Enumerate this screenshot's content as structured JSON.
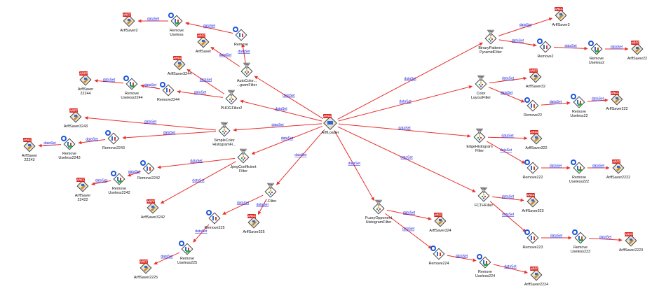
{
  "colors": {
    "edge": "#e8302c",
    "edge_label": "#1a1adb",
    "node_text": "#111111",
    "arff_red": "#d8201c",
    "filter_grey": "#b8b8b8",
    "remove_blue": "#1e56d8",
    "background": "#ffffff"
  },
  "edge_label": "dataSet",
  "nodes": [
    {
      "id": "arffloader",
      "type": "loader",
      "label": [
        "ArffLoader"
      ]
    },
    {
      "id": "bp",
      "type": "filter",
      "label": [
        "BinaryPatterns",
        "PyramidFilter"
      ]
    },
    {
      "id": "as3",
      "type": "saver",
      "label": [
        "ArffSaver3"
      ]
    },
    {
      "id": "r2",
      "type": "remove",
      "label": [
        "Remove2"
      ]
    },
    {
      "id": "ru2",
      "type": "useless",
      "label": [
        "Remove",
        "Useless2"
      ]
    },
    {
      "id": "as22",
      "type": "saver",
      "label": [
        "ArffSaver22"
      ]
    },
    {
      "id": "cl",
      "type": "filter",
      "label": [
        "Color",
        "LayoutFilter"
      ]
    },
    {
      "id": "as32",
      "type": "saver",
      "label": [
        "ArffSaver32"
      ]
    },
    {
      "id": "r22",
      "type": "remove",
      "label": [
        "Remove22"
      ]
    },
    {
      "id": "ru22",
      "type": "useless",
      "label": [
        "Remove",
        "Useless22"
      ]
    },
    {
      "id": "as222",
      "type": "saver",
      "label": [
        "ArffSaver222"
      ]
    },
    {
      "id": "eh",
      "type": "filter",
      "label": [
        "EdgeHistogram",
        "Filter"
      ]
    },
    {
      "id": "as322",
      "type": "saver",
      "label": [
        "ArffSaver322"
      ]
    },
    {
      "id": "r222",
      "type": "remove",
      "label": [
        "Remove222"
      ]
    },
    {
      "id": "ru222",
      "type": "useless",
      "label": [
        "Remove",
        "Useless222"
      ]
    },
    {
      "id": "as2222",
      "type": "saver",
      "label": [
        "ArffSaver2222"
      ]
    },
    {
      "id": "fcth",
      "type": "filter",
      "label": [
        "FCTHFilter"
      ]
    },
    {
      "id": "as323",
      "type": "saver",
      "label": [
        "ArffSaver323"
      ]
    },
    {
      "id": "r223",
      "type": "remove",
      "label": [
        "Remove223"
      ]
    },
    {
      "id": "ru223",
      "type": "useless",
      "label": [
        "Remove",
        "Useless223"
      ]
    },
    {
      "id": "as2223",
      "type": "saver",
      "label": [
        "ArffSaver2223"
      ]
    },
    {
      "id": "fo",
      "type": "filter",
      "label": [
        "FuzzyOpponent",
        "HistogramFilter"
      ]
    },
    {
      "id": "as324",
      "type": "saver",
      "label": [
        "ArffSaver324"
      ]
    },
    {
      "id": "r224",
      "type": "remove",
      "label": [
        "Remove224"
      ]
    },
    {
      "id": "ru224",
      "type": "useless",
      "label": [
        "Remove",
        "Useless224"
      ]
    },
    {
      "id": "as2224",
      "type": "saver",
      "label": [
        "ArffSaver2224"
      ]
    },
    {
      "id": "f5",
      "type": "filter",
      "label": [
        "...Filter"
      ]
    },
    {
      "id": "as325",
      "type": "saver",
      "label": [
        "ArffSaver325"
      ]
    },
    {
      "id": "r225",
      "type": "remove",
      "label": [
        "Remove225"
      ]
    },
    {
      "id": "ru225",
      "type": "useless",
      "label": [
        "Remove",
        "Useless225"
      ]
    },
    {
      "id": "as2225",
      "type": "saver",
      "label": [
        "ArffSaver2225"
      ]
    },
    {
      "id": "jc",
      "type": "filter",
      "label": [
        "JpegCoefficient",
        "Filter"
      ]
    },
    {
      "id": "r2242",
      "type": "remove",
      "label": [
        "Remove2242"
      ]
    },
    {
      "id": "ru2242",
      "type": "useless",
      "label": [
        "Remove",
        "Useless2242"
      ]
    },
    {
      "id": "as22422",
      "type": "saver",
      "label": [
        "ArffSaver",
        "22422"
      ]
    },
    {
      "id": "as3242",
      "type": "saver",
      "label": [
        "ArffSaver3242"
      ]
    },
    {
      "id": "sc",
      "type": "filter",
      "label": [
        "SimpleColor",
        "HistogramFi..."
      ]
    },
    {
      "id": "as3243",
      "type": "saver",
      "label": [
        "ArffSaver3243"
      ]
    },
    {
      "id": "r2243",
      "type": "remove",
      "label": [
        "Remove2243"
      ]
    },
    {
      "id": "ru2243",
      "type": "useless",
      "label": [
        "Remove",
        "Useless2243"
      ]
    },
    {
      "id": "as22243",
      "type": "saver",
      "label": [
        "ArffSaver",
        "22243"
      ]
    },
    {
      "id": "phog",
      "type": "filter",
      "label": [
        "PHOGFilter2"
      ]
    },
    {
      "id": "r2244",
      "type": "remove",
      "label": [
        "Remove2244"
      ]
    },
    {
      "id": "ru2244",
      "type": "useless",
      "label": [
        "Remove",
        "Useless2244"
      ]
    },
    {
      "id": "as2244x",
      "type": "saver",
      "label": [
        "ArffSaver",
        "22244"
      ]
    },
    {
      "id": "ac",
      "type": "filter",
      "label": [
        "AutoColor...",
        "...gramFilter"
      ]
    },
    {
      "id": "as3244",
      "type": "saver",
      "label": [
        "ArffSaver3244"
      ]
    },
    {
      "id": "rem",
      "type": "remove",
      "label": [
        "Remove"
      ]
    },
    {
      "id": "ru",
      "type": "useless",
      "label": [
        "Remove",
        "Useless"
      ]
    },
    {
      "id": "as2",
      "type": "saver",
      "label": [
        "ArffSaver2"
      ]
    },
    {
      "id": "as",
      "type": "saver",
      "label": [
        "ArffSaver"
      ]
    }
  ],
  "edges": [
    [
      "arffloader",
      "bp"
    ],
    [
      "bp",
      "as3"
    ],
    [
      "bp",
      "r2"
    ],
    [
      "r2",
      "ru2"
    ],
    [
      "ru2",
      "as22"
    ],
    [
      "arffloader",
      "cl"
    ],
    [
      "cl",
      "as32"
    ],
    [
      "cl",
      "r22"
    ],
    [
      "r22",
      "ru22"
    ],
    [
      "ru22",
      "as222"
    ],
    [
      "arffloader",
      "eh"
    ],
    [
      "eh",
      "as322"
    ],
    [
      "eh",
      "r222"
    ],
    [
      "r222",
      "ru222"
    ],
    [
      "ru222",
      "as2222"
    ],
    [
      "arffloader",
      "fcth"
    ],
    [
      "fcth",
      "as323"
    ],
    [
      "fcth",
      "r223"
    ],
    [
      "r223",
      "ru223"
    ],
    [
      "ru223",
      "as2223"
    ],
    [
      "arffloader",
      "fo"
    ],
    [
      "fo",
      "as324"
    ],
    [
      "fo",
      "r224"
    ],
    [
      "r224",
      "ru224"
    ],
    [
      "ru224",
      "as2224"
    ],
    [
      "arffloader",
      "f5"
    ],
    [
      "f5",
      "as325"
    ],
    [
      "f5",
      "r225"
    ],
    [
      "r225",
      "ru225"
    ],
    [
      "ru225",
      "as2225"
    ],
    [
      "arffloader",
      "jc"
    ],
    [
      "jc",
      "r2242"
    ],
    [
      "r2242",
      "ru2242"
    ],
    [
      "ru2242",
      "as22422"
    ],
    [
      "jc",
      "as3242"
    ],
    [
      "arffloader",
      "sc"
    ],
    [
      "sc",
      "as3243"
    ],
    [
      "sc",
      "r2243"
    ],
    [
      "r2243",
      "ru2243"
    ],
    [
      "ru2243",
      "as22243"
    ],
    [
      "arffloader",
      "phog"
    ],
    [
      "phog",
      "r2244"
    ],
    [
      "r2244",
      "ru2244"
    ],
    [
      "ru2244",
      "as2244x"
    ],
    [
      "phog",
      "as3244"
    ],
    [
      "arffloader",
      "ac"
    ],
    [
      "ac",
      "rem"
    ],
    [
      "rem",
      "ru"
    ],
    [
      "ru",
      "as2"
    ],
    [
      "ac",
      "as"
    ]
  ]
}
